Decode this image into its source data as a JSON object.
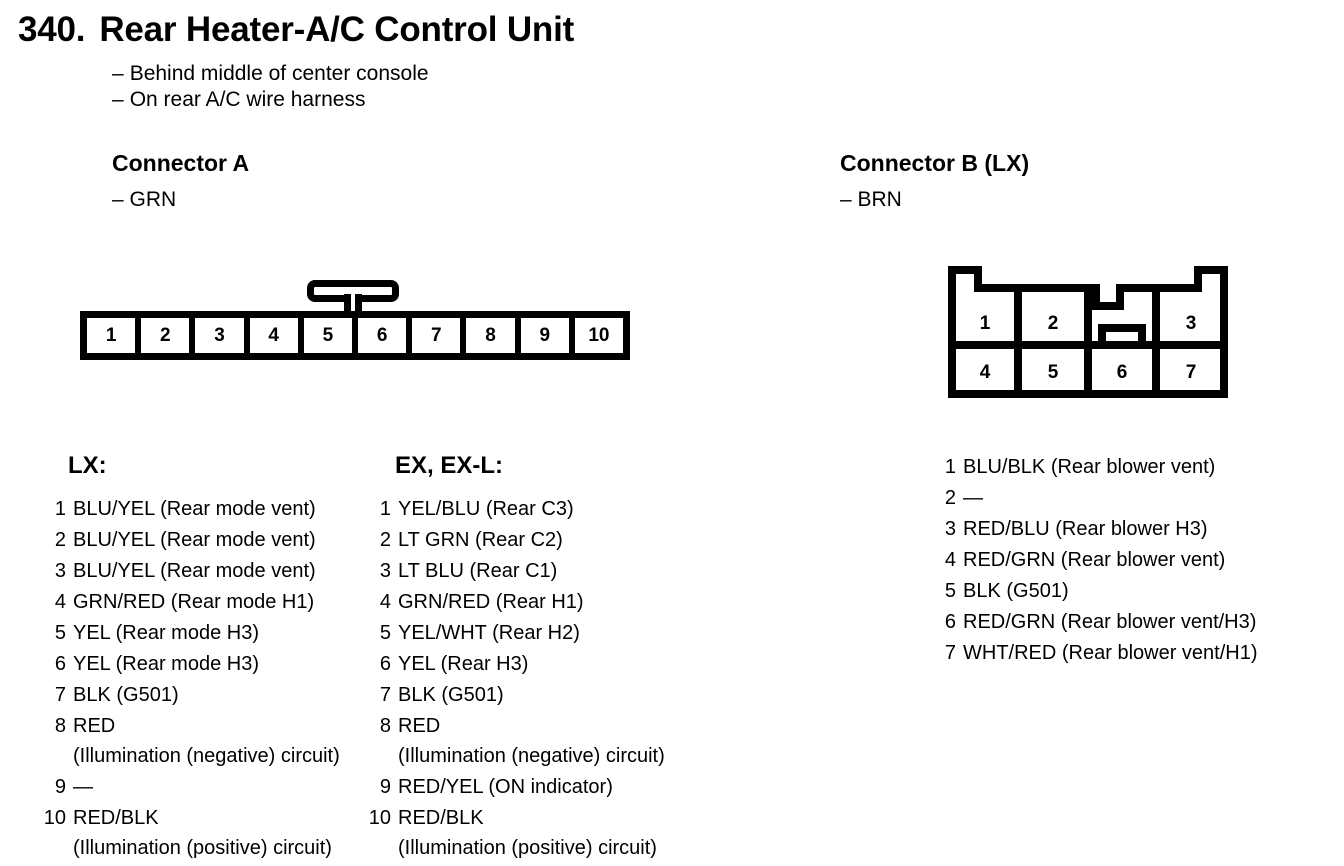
{
  "page": {
    "number": "340.",
    "title": "Rear Heater-A/C Control Unit",
    "locations": [
      "Behind middle of center console",
      "On rear A/C wire harness"
    ],
    "dash": "–"
  },
  "connector_a": {
    "heading": "Connector A",
    "color_note": "– GRN",
    "pin_numbers": [
      "1",
      "2",
      "3",
      "4",
      "5",
      "6",
      "7",
      "8",
      "9",
      "10"
    ]
  },
  "connector_b": {
    "heading": "Connector B (LX)",
    "color_note": "– BRN",
    "pin_numbers_top": [
      "1",
      "2",
      "3"
    ],
    "pin_numbers_bottom": [
      "4",
      "5",
      "6",
      "7"
    ]
  },
  "lx_list": {
    "title": "LX:",
    "pins": [
      {
        "no": "1",
        "desc": "BLU/YEL (Rear mode vent)",
        "cont": ""
      },
      {
        "no": "2",
        "desc": "BLU/YEL (Rear mode vent)",
        "cont": ""
      },
      {
        "no": "3",
        "desc": "BLU/YEL (Rear mode vent)",
        "cont": ""
      },
      {
        "no": "4",
        "desc": "GRN/RED (Rear mode H1)",
        "cont": ""
      },
      {
        "no": "5",
        "desc": "YEL (Rear mode H3)",
        "cont": ""
      },
      {
        "no": "6",
        "desc": "YEL (Rear mode H3)",
        "cont": ""
      },
      {
        "no": "7",
        "desc": "BLK (G501)",
        "cont": ""
      },
      {
        "no": "8",
        "desc": "RED",
        "cont": "(Illumination (negative) circuit)"
      },
      {
        "no": "9",
        "desc": "—",
        "cont": ""
      },
      {
        "no": "10",
        "desc": "RED/BLK",
        "cont": "(Illumination (positive) circuit)"
      }
    ]
  },
  "ex_list": {
    "title": "EX, EX-L:",
    "pins": [
      {
        "no": "1",
        "desc": "YEL/BLU (Rear C3)",
        "cont": ""
      },
      {
        "no": "2",
        "desc": "LT GRN (Rear C2)",
        "cont": ""
      },
      {
        "no": "3",
        "desc": "LT BLU (Rear C1)",
        "cont": ""
      },
      {
        "no": "4",
        "desc": "GRN/RED (Rear H1)",
        "cont": ""
      },
      {
        "no": "5",
        "desc": "YEL/WHT (Rear H2)",
        "cont": ""
      },
      {
        "no": "6",
        "desc": "YEL (Rear H3)",
        "cont": ""
      },
      {
        "no": "7",
        "desc": "BLK (G501)",
        "cont": ""
      },
      {
        "no": "8",
        "desc": "RED",
        "cont": "(Illumination (negative) circuit)"
      },
      {
        "no": "9",
        "desc": "RED/YEL (ON indicator)",
        "cont": ""
      },
      {
        "no": "10",
        "desc": "RED/BLK",
        "cont": "(Illumination (positive) circuit)"
      }
    ]
  },
  "connb_list": {
    "title": "",
    "pins": [
      {
        "no": "1",
        "desc": "BLU/BLK (Rear blower vent)",
        "cont": ""
      },
      {
        "no": "2",
        "desc": "—",
        "cont": ""
      },
      {
        "no": "3",
        "desc": "RED/BLU (Rear blower H3)",
        "cont": ""
      },
      {
        "no": "4",
        "desc": "RED/GRN (Rear blower vent)",
        "cont": ""
      },
      {
        "no": "5",
        "desc": "BLK (G501)",
        "cont": ""
      },
      {
        "no": "6",
        "desc": "RED/GRN (Rear blower vent/H3)",
        "cont": ""
      },
      {
        "no": "7",
        "desc": "WHT/RED (Rear blower vent/H1)",
        "cont": ""
      }
    ]
  },
  "colors": {
    "ink": "#000000",
    "paper": "#ffffff"
  }
}
